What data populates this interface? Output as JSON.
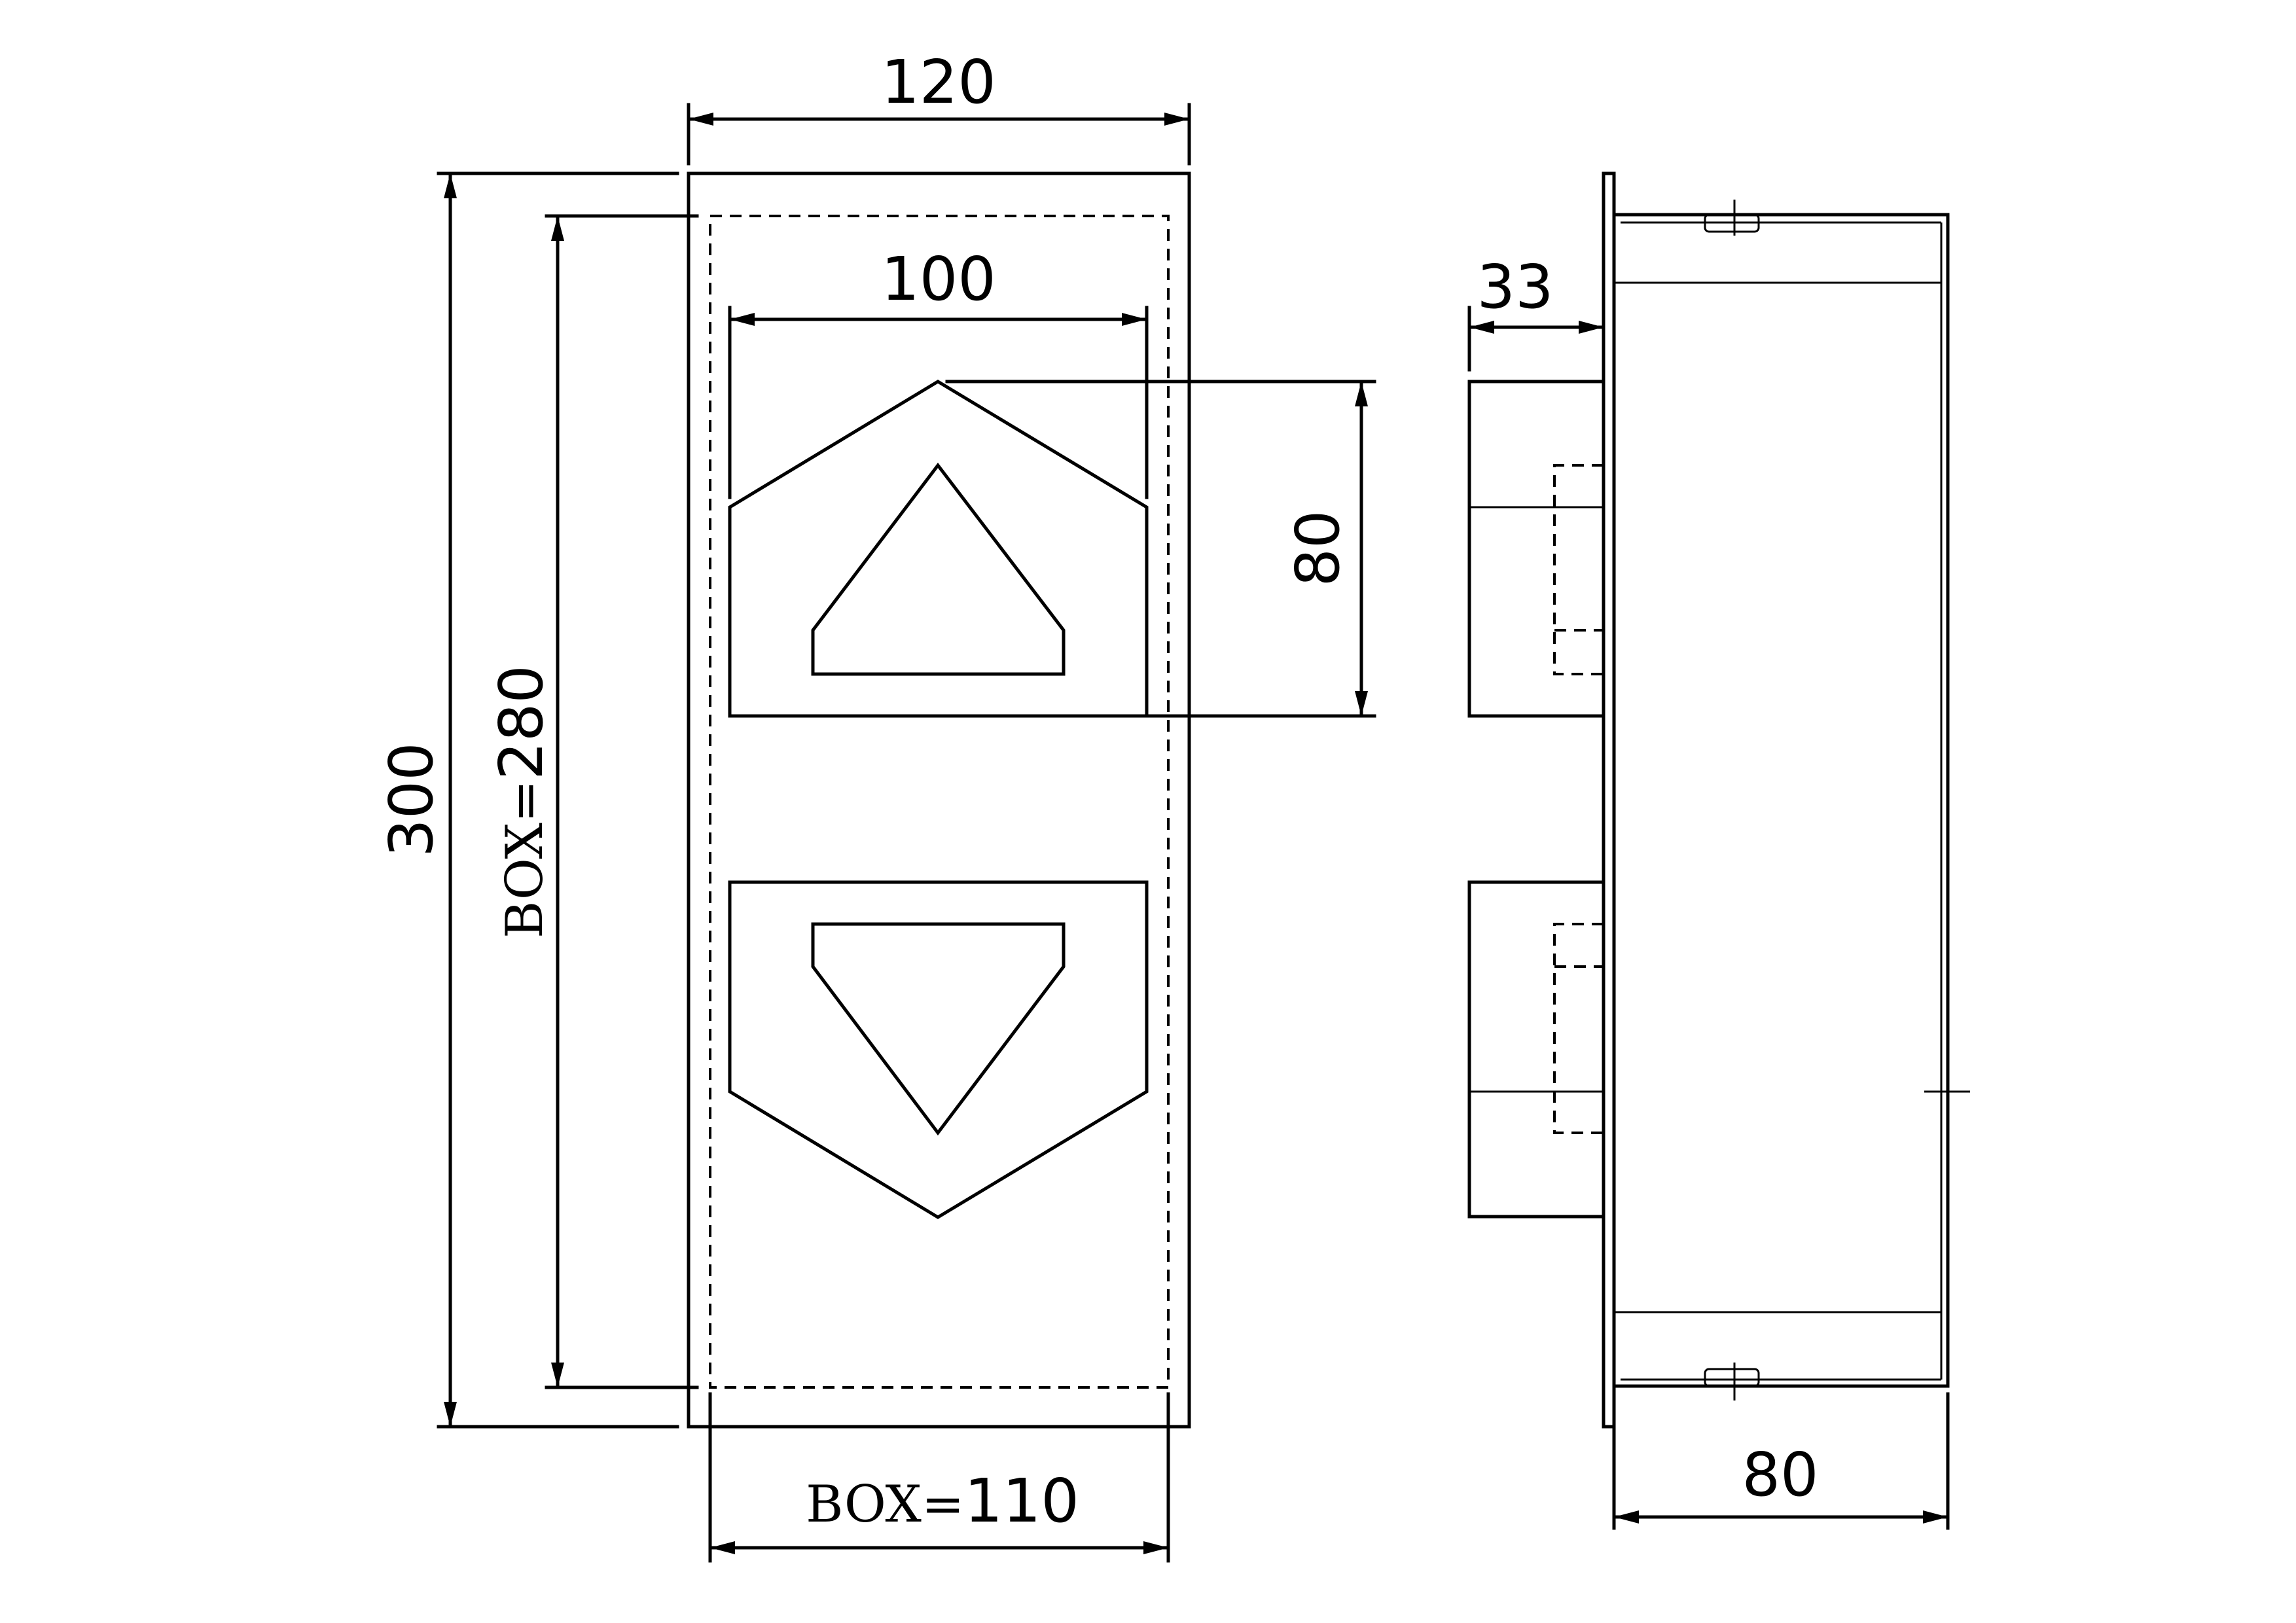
{
  "front_view": {
    "width_dim": "120",
    "height_dim": "300",
    "box_height_label": "BOX=",
    "box_height_value": "280",
    "box_width_label": "BOX=",
    "box_width_value": "110",
    "button_width_dim": "100",
    "button_height_dim": "80"
  },
  "side_view": {
    "protrusion_dim": "33",
    "depth_dim": "80"
  }
}
